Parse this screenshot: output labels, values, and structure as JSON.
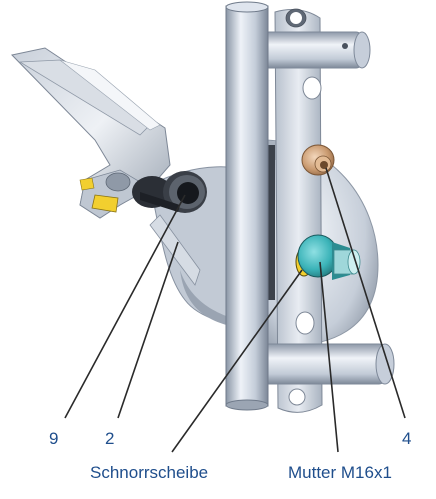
{
  "callouts": {
    "c9": "9",
    "c2": "2",
    "c4": "4",
    "schnorrscheibe": "Schnorrscheibe",
    "mutter": "Mutter M16x1"
  },
  "colors": {
    "leader": "#2a2a2a",
    "label": "#1f4e8c",
    "metal_light": "#e6ebf3",
    "metal_mid": "#b9c3d0",
    "metal_dark": "#7f8a98",
    "bronze": "#c99a70",
    "teal": "#3bb3b8",
    "yellow": "#f2cf2f"
  }
}
